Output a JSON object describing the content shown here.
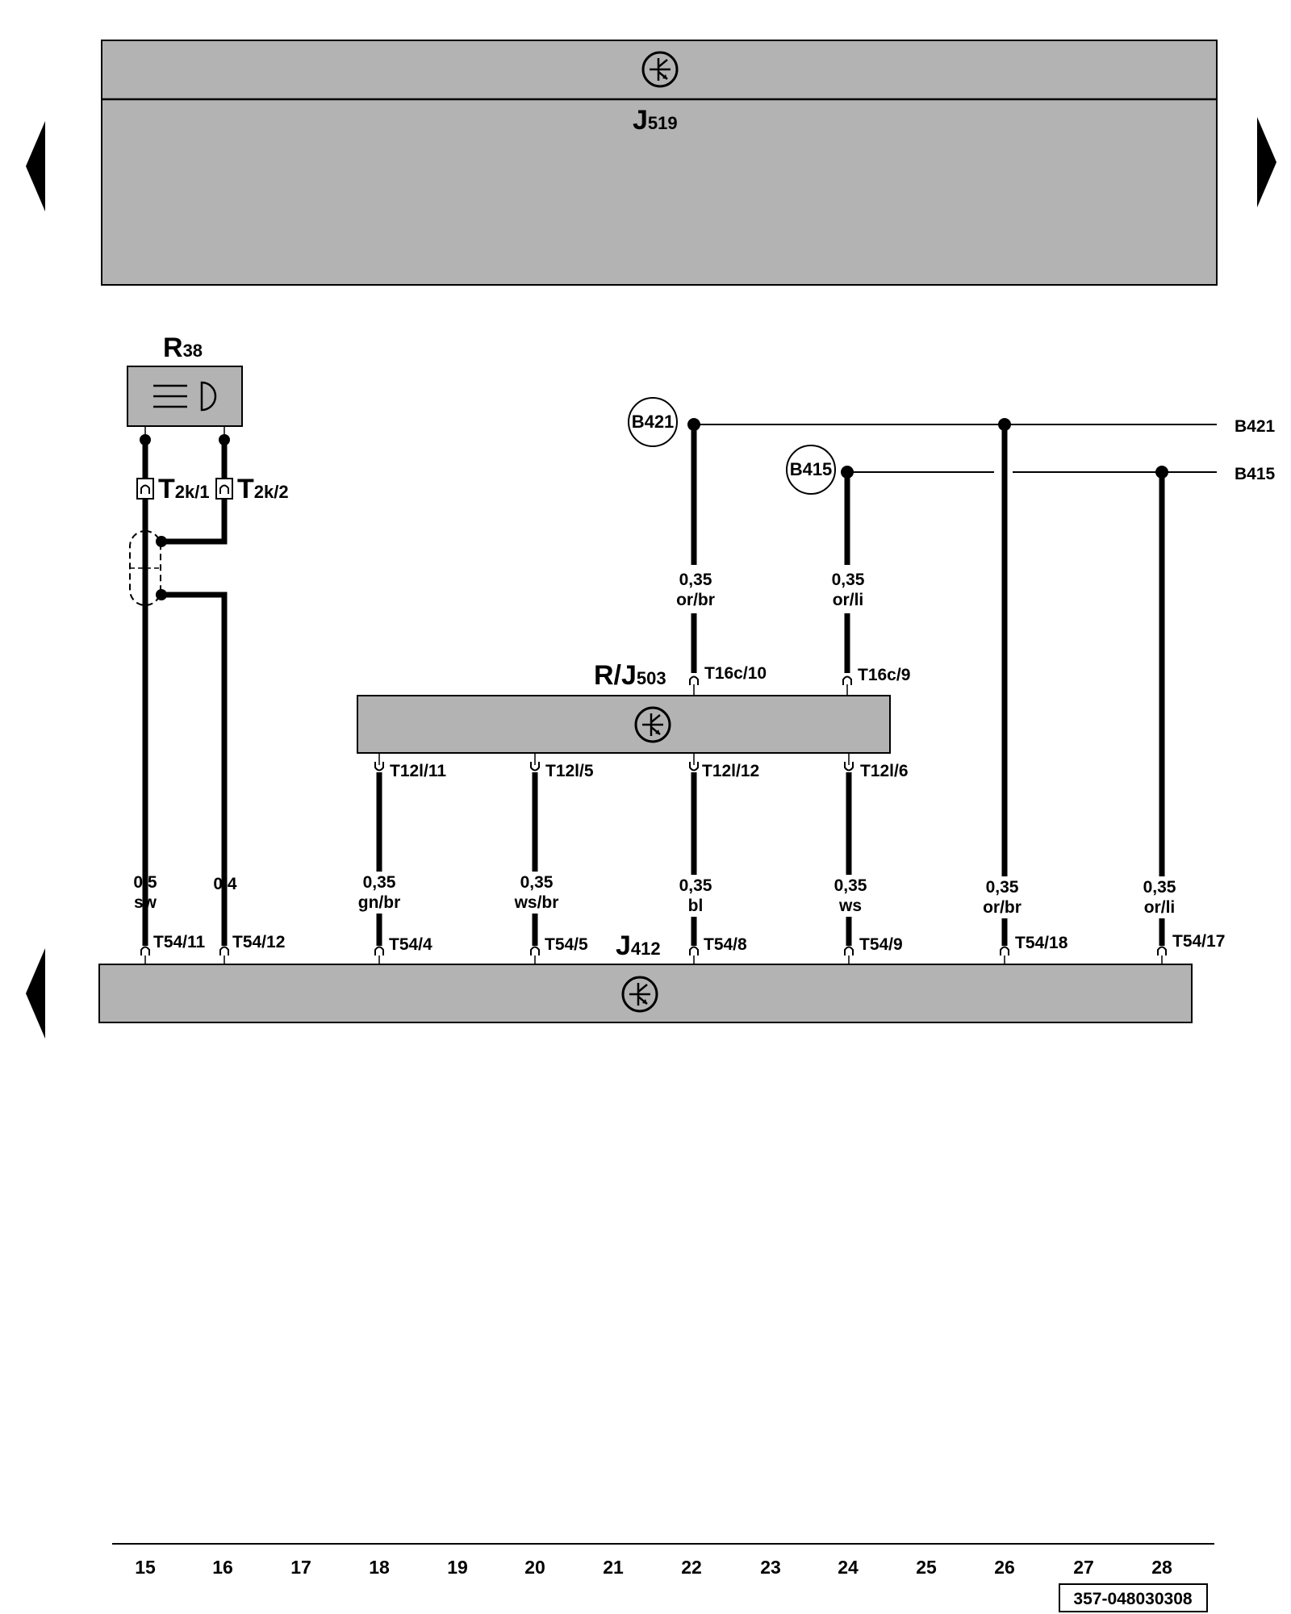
{
  "components": {
    "j519": {
      "name": "J",
      "sub": "519"
    },
    "r38": {
      "name": "R",
      "sub": "38"
    },
    "rj503": {
      "name": "R/J",
      "sub": "503"
    },
    "j412": {
      "name": "J",
      "sub": "412"
    }
  },
  "r38_connectors": {
    "t2k1": {
      "name": "T",
      "sub": "2k/1"
    },
    "t2k2": {
      "name": "T",
      "sub": "2k/2"
    }
  },
  "buses": {
    "b421_circle": "B421",
    "b415_circle": "B415",
    "b421_right": "B421",
    "b415_right": "B415"
  },
  "rj503_top_pins": [
    "T16c/10",
    "T16c/9"
  ],
  "rj503_bottom_pins": [
    "T12l/11",
    "T12l/5",
    "T12l/12",
    "T12l/6"
  ],
  "j412_pins": [
    "T54/11",
    "T54/12",
    "T54/4",
    "T54/5",
    "T54/8",
    "T54/9",
    "T54/18",
    "T54/17"
  ],
  "wires": {
    "w_b421_upper": {
      "size": "0,35",
      "color": "or/br"
    },
    "w_b415_upper": {
      "size": "0,35",
      "color": "or/li"
    },
    "w15": {
      "size": "0,5",
      "color": "sw"
    },
    "w16": {
      "size": "0,4",
      "color": ""
    },
    "w18": {
      "size": "0,35",
      "color": "gn/br"
    },
    "w20": {
      "size": "0,35",
      "color": "ws/br"
    },
    "w22": {
      "size": "0,35",
      "color": "bl"
    },
    "w24": {
      "size": "0,35",
      "color": "ws"
    },
    "w26": {
      "size": "0,35",
      "color": "or/br"
    },
    "w28": {
      "size": "0,35",
      "color": "or/li"
    }
  },
  "ruler": [
    "15",
    "16",
    "17",
    "18",
    "19",
    "20",
    "21",
    "22",
    "23",
    "24",
    "25",
    "26",
    "27",
    "28"
  ],
  "diagram_id": "357-048030308",
  "colors": {
    "component_fill": "#b3b3b3",
    "wire": "#000000"
  }
}
